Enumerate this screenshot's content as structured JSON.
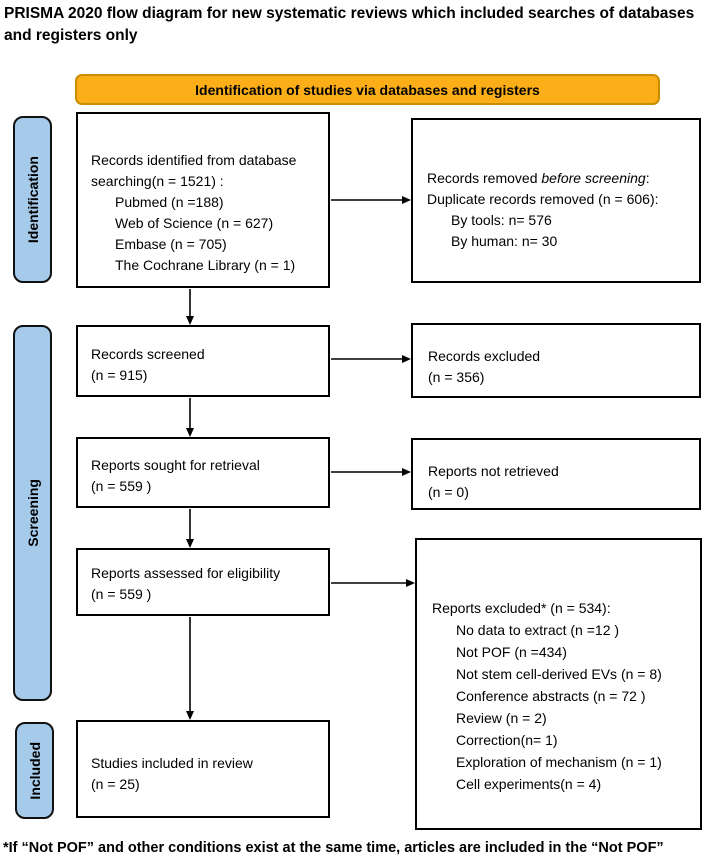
{
  "title": "PRISMA 2020 flow diagram for new systematic reviews which included searches of databases and registers only",
  "banner": {
    "label": "Identification of studies via databases and registers"
  },
  "stages": {
    "identification": "Identification",
    "screening": "Screening",
    "included": "Included"
  },
  "boxes": {
    "identified": {
      "line1": "Records identified from database",
      "line2": "searching(n = 1521) :",
      "items": [
        "Pubmed (n =188)",
        "Web of Science (n = 627)",
        "Embase (n = 705)",
        "The Cochrane Library (n = 1)"
      ]
    },
    "removed": {
      "line1_prefix": "Records removed ",
      "line1_italic": "before screening",
      "line1_suffix": ":",
      "line2": "Duplicate records removed  (n = 606):",
      "items": [
        "By tools: n= 576",
        "By human: n= 30"
      ]
    },
    "screened": {
      "line1": "Records screened",
      "line2": "(n = 915)"
    },
    "excluded": {
      "line1": "Records excluded",
      "line2": "(n = 356)"
    },
    "sought": {
      "line1": "Reports sought for retrieval",
      "line2": "(n = 559 )"
    },
    "not_retrieved": {
      "line1": "Reports not retrieved",
      "line2": "(n = 0)"
    },
    "assessed": {
      "line1": "Reports assessed for eligibility",
      "line2": "(n = 559 )"
    },
    "reports_excluded": {
      "line1": "Reports excluded* (n = 534):",
      "items": [
        "No data to extract (n =12 )",
        "Not POF (n =434)",
        "Not stem cell-derived EVs (n = 8)",
        "Conference abstracts (n = 72 )",
        "Review (n = 2)",
        "Correction(n= 1)",
        "Exploration of mechanism (n = 1)",
        "Cell experiments(n = 4)"
      ]
    },
    "included_box": {
      "line1": "Studies included in review",
      "line2": "(n = 25)"
    }
  },
  "footnote": "*If  “Not POF” and other conditions exist at the same time, articles are included in the “Not POF”",
  "colors": {
    "banner_fill": "#FBAE17",
    "banner_border": "#C98E00",
    "stage_fill": "#A6CAE9",
    "box_border": "#000000",
    "arrow": "#000000"
  }
}
